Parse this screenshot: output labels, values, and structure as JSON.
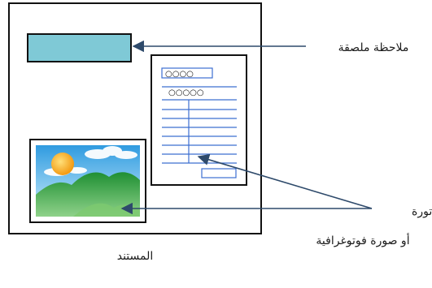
{
  "labels": {
    "sticky_note": "ملاحظة ملصقة",
    "invoice": "فاتورة",
    "photo": "أو صورة فوتوغرافية",
    "document": "المستند"
  },
  "invoice_form": {
    "field_small": "○○○○",
    "field_large": "○○○○○"
  },
  "colors": {
    "sticky_note_fill": "#7fc9d6",
    "invoice_lines": "#3c6fd1",
    "arrow": "#2e4a6b",
    "sky_top": "#2f9be0",
    "sky_bottom": "#bfe8fb",
    "sun": "#f4a71d",
    "hills": "#2e9e3c"
  }
}
